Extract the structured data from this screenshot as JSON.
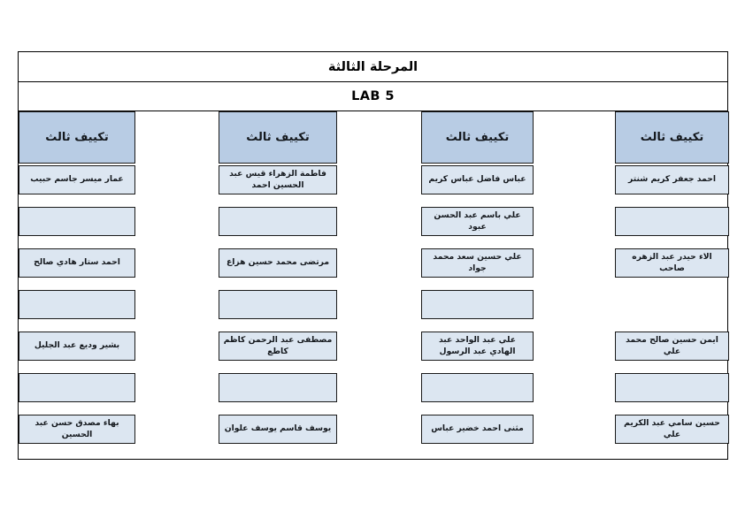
{
  "document": {
    "stage_title": "المرحلة الثالثة",
    "lab_title": "LAB 5"
  },
  "theme": {
    "header_fill": "#b8cce4",
    "cell_fill": "#dce6f1",
    "border": "#1a1a1a",
    "page_background": "#ffffff"
  },
  "table": {
    "group_label": "تكييف ثالث",
    "columns": [
      {
        "header": "تكييف ثالث",
        "cells": [
          {
            "text": "عمار ميسر جاسم حبيب",
            "state": "filled"
          },
          {
            "text": "",
            "state": "empty"
          },
          {
            "text": "احمد ستار هادي صالح",
            "state": "filled"
          },
          {
            "text": "",
            "state": "empty"
          },
          {
            "text": "بشير وديع عبد الجليل",
            "state": "filled"
          },
          {
            "text": "",
            "state": "empty"
          },
          {
            "text": "بهاء مصدق حسن عبد الحسين",
            "state": "filled"
          }
        ]
      },
      {
        "header": "تكييف ثالث",
        "cells": [
          {
            "text": "فاطمة الزهراء قيس عبد الحسين احمد",
            "state": "filled"
          },
          {
            "text": "",
            "state": "empty"
          },
          {
            "text": "مرتضى محمد حسين هزاع",
            "state": "filled"
          },
          {
            "text": "",
            "state": "empty"
          },
          {
            "text": "مصطفى عبد الرحمن كاظم كاطع",
            "state": "filled"
          },
          {
            "text": "",
            "state": "empty"
          },
          {
            "text": "يوسف قاسم يوسف علوان",
            "state": "filled"
          }
        ]
      },
      {
        "header": "تكييف ثالث",
        "cells": [
          {
            "text": "عباس فاضل عباس كريم",
            "state": "filled"
          },
          {
            "text": "علي باسم عبد الحسن عبود",
            "state": "filled"
          },
          {
            "text": "علي حسين سعد محمد جواد",
            "state": "filled"
          },
          {
            "text": "",
            "state": "empty"
          },
          {
            "text": "علي عبد الواحد عبد الهادي عبد الرسول",
            "state": "filled"
          },
          {
            "text": "",
            "state": "empty"
          },
          {
            "text": "مثنى احمد خضير عباس",
            "state": "filled"
          }
        ]
      },
      {
        "header": "تكييف ثالث",
        "cells": [
          {
            "text": "احمد جعفر كريم شنتر",
            "state": "filled"
          },
          {
            "text": "",
            "state": "empty"
          },
          {
            "text": "الاء حيدر عبد الزهره صاحب",
            "state": "filled"
          },
          {
            "text": "",
            "state": "absent"
          },
          {
            "text": "ايمن حسين صالح محمد علي",
            "state": "filled"
          },
          {
            "text": "",
            "state": "empty"
          },
          {
            "text": "حسين سامي عبد الكريم علي",
            "state": "filled"
          }
        ]
      }
    ]
  }
}
